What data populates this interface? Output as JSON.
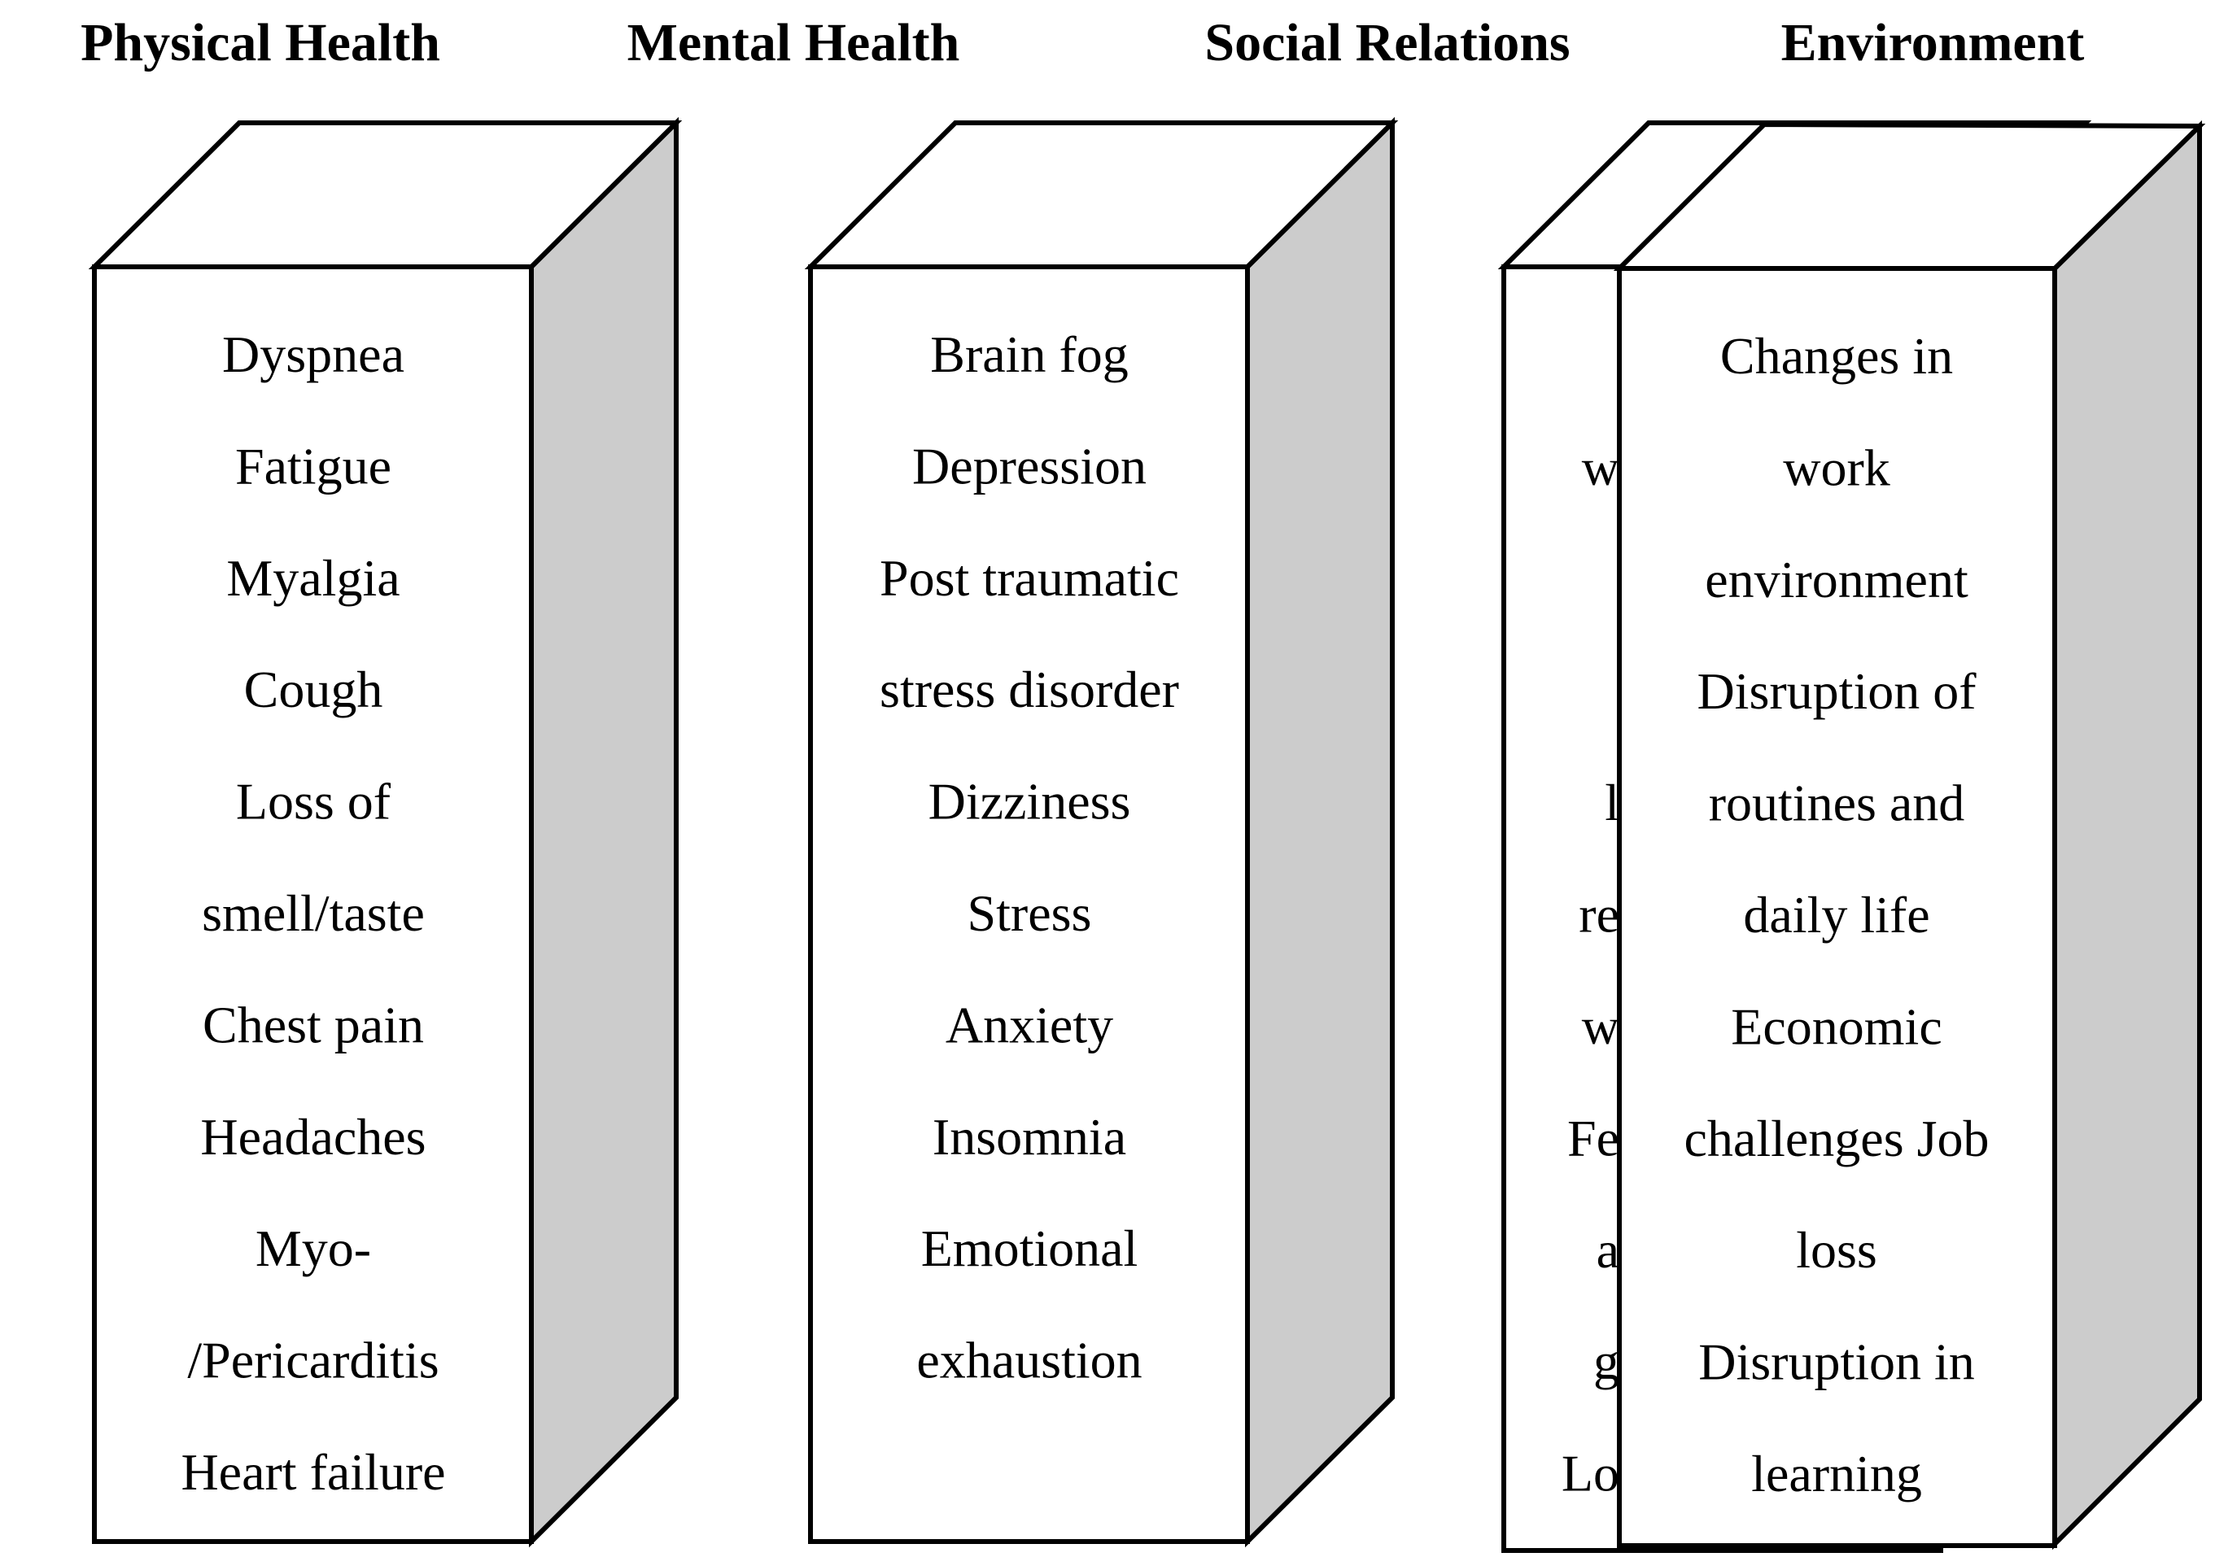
{
  "colors": {
    "side_fill": "#cccccc",
    "face_fill": "#ffffff",
    "stroke": "#000000"
  },
  "columns": [
    {
      "heading": "Physical Health",
      "lines": [
        "Dyspnea",
        "Fatigue",
        "Myalgia",
        "Cough",
        "Loss of",
        "smell/taste",
        "Chest pain",
        "Headaches",
        "Myo-",
        "/Pericarditis",
        "Heart failure"
      ]
    },
    {
      "heading": "Mental Health",
      "lines": [
        "Brain fog",
        "Depression",
        "Post traumatic",
        "stress disorder",
        "Dizziness",
        "Stress",
        "Anxiety",
        "Insomnia",
        "Emotional",
        "exhaustion"
      ]
    },
    {
      "heading": "Social Relations",
      "partial_lines": [
        "w",
        "",
        "",
        "l",
        "re",
        "w",
        "Fe",
        "a",
        "g",
        "Lo"
      ]
    },
    {
      "heading": "Environment",
      "lines": [
        "Changes in",
        "work",
        "environment",
        "Disruption of",
        "routines and",
        "daily life",
        "Economic",
        "challenges Job",
        "loss",
        "Disruption in",
        "learning"
      ]
    }
  ]
}
